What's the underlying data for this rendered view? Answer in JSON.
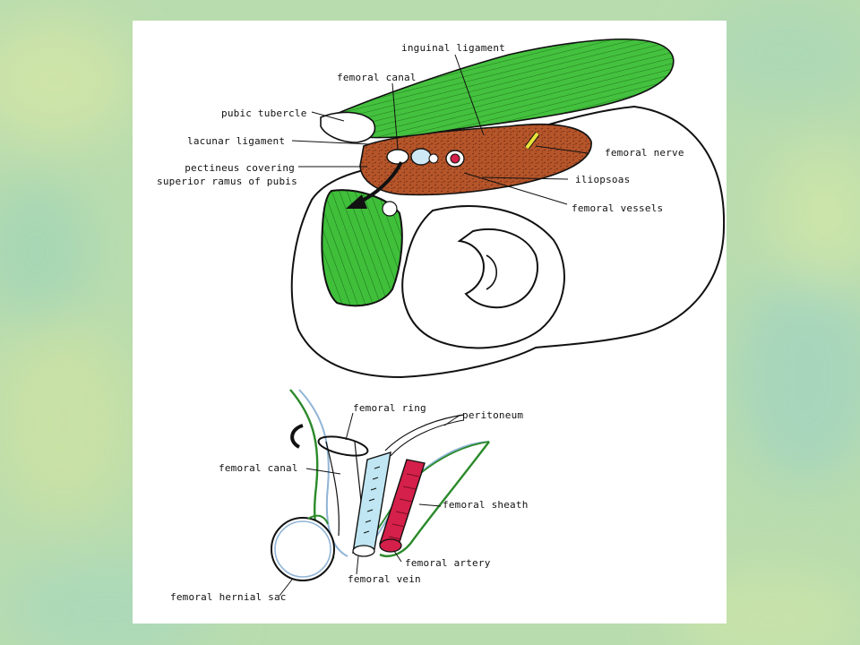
{
  "colors": {
    "background": "#b9dcae",
    "panel": "#ffffff",
    "muscle_green": "#3fbf3a",
    "muscle_brown": "#b5552a",
    "artery_red": "#d4204a",
    "vein_blue": "#bfe6f2",
    "nerve_yellow": "#e8e23a"
  },
  "top_diagram": {
    "labels": {
      "inguinal_ligament": "inguinal ligament",
      "femoral_canal": "femoral canal",
      "pubic_tubercle": "pubic tubercle",
      "lacunar_ligament": "lacunar ligament",
      "pectineus_line1": "pectineus covering",
      "pectineus_line2": "superior ramus of pubis",
      "femoral_nerve": "femoral nerve",
      "iliopsoas": "iliopsoas",
      "femoral_vessels": "femoral vessels"
    }
  },
  "bottom_diagram": {
    "labels": {
      "femoral_ring": "femoral ring",
      "peritoneum": "peritoneum",
      "femoral_canal": "femoral canal",
      "femoral_sheath": "femoral sheath",
      "femoral_artery": "femoral artery",
      "femoral_vein": "femoral vein",
      "femoral_hernial_sac": "femoral hernial sac"
    }
  }
}
